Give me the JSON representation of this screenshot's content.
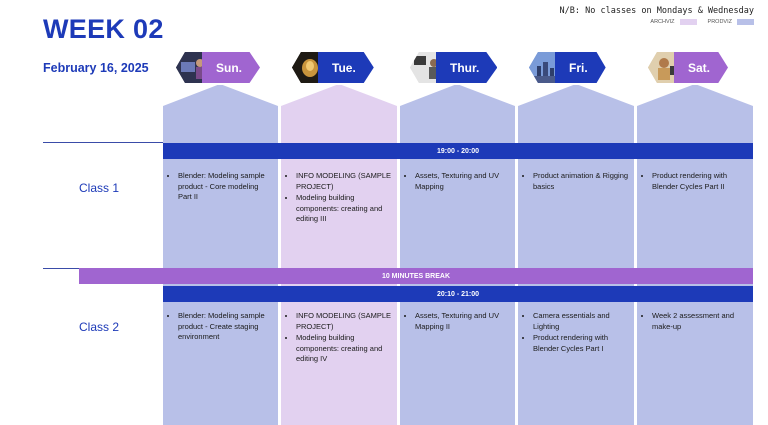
{
  "header": {
    "title": "WEEK 02",
    "date": "February 16, 2025",
    "note": "N/B: No classes on Mondays & Wednesday",
    "legend": [
      {
        "label": "ARCHVIZ",
        "color": "#e2d1f0"
      },
      {
        "label": "PRODVIZ",
        "color": "#b8c0e8"
      }
    ]
  },
  "days": [
    {
      "label": "Sun.",
      "tab_color": "purple",
      "column": "cool",
      "photo": "person-at-computer-icon"
    },
    {
      "label": "Tue.",
      "tab_color": "blue",
      "column": "warm",
      "photo": "lamp-object-icon"
    },
    {
      "label": "Thur.",
      "tab_color": "blue",
      "column": "cool",
      "photo": "person-at-desk-icon"
    },
    {
      "label": "Fri.",
      "tab_color": "blue",
      "column": "cool",
      "photo": "city-skyline-icon"
    },
    {
      "label": "Sat.",
      "tab_color": "purple",
      "column": "cool",
      "photo": "person-with-device-icon"
    }
  ],
  "sessions": [
    {
      "label": "Class 1",
      "time": "19:00 - 20:00",
      "cells": [
        [
          "Blender: Modeling sample product - Core modeling Part II"
        ],
        [
          "INFO MODELING (SAMPLE PROJECT)",
          "Modeling building components: creating and editing III"
        ],
        [
          "Assets, Texturing and UV Mapping"
        ],
        [
          "Product animation & Rigging basics"
        ],
        [
          "Product rendering with Blender Cycles Part II"
        ]
      ]
    },
    {
      "label": "Class 2",
      "time": "20:10 - 21:00",
      "cells": [
        [
          "Blender: Modeling sample product - Create staging environment"
        ],
        [
          "INFO MODELING (SAMPLE PROJECT)",
          "Modeling building components: creating and editing IV"
        ],
        [
          "Assets, Texturing and UV Mapping II"
        ],
        [
          "Camera essentials and Lighting",
          "Product rendering with Blender Cycles Part I"
        ],
        [
          "Week 2 assessment and make-up"
        ]
      ]
    }
  ],
  "break_label": "10 MINUTES BREAK",
  "colors": {
    "accent_blue": "#1d3ab8",
    "accent_purple": "#a065d0",
    "column_cool": "#b8c0e8",
    "column_warm": "#e2d1f0"
  }
}
